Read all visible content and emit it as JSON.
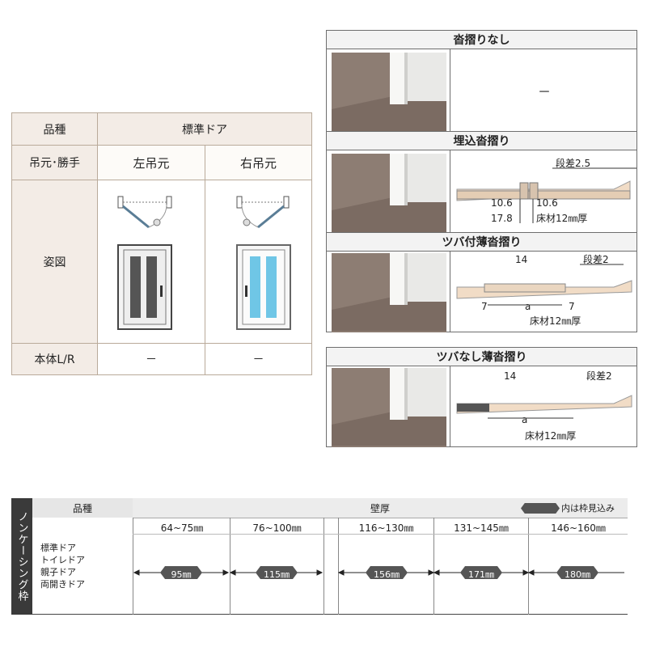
{
  "spec_table": {
    "row_hinshu": "品種",
    "hinshu_value": "標準ドア",
    "row_tsurimoto": "吊元･勝手",
    "left_hinge": "左吊元",
    "right_hinge": "右吊元",
    "row_figure": "姿図",
    "row_body": "本体L/R",
    "body_left": "－",
    "body_right": "－"
  },
  "sections": {
    "none": {
      "title": "沓摺りなし",
      "value": "－"
    },
    "embedded": {
      "title": "埋込沓摺り",
      "step": "段差2.5",
      "d1": "10.6",
      "d2": "10.6",
      "d3": "17.8",
      "floor": "床材12㎜厚"
    },
    "flange": {
      "title": "ツバ付薄沓摺り",
      "w": "14",
      "step": "段差2",
      "left": "7",
      "a": "a",
      "right": "7",
      "floor": "床材12㎜厚"
    },
    "noflange": {
      "title": "ツバなし薄沓摺り",
      "w": "14",
      "step": "段差2",
      "a": "a",
      "floor": "床材12㎜厚"
    }
  },
  "frame_table": {
    "side_label": "ノンケーシング枠",
    "col_hinshu": "品種",
    "col_wall": "壁厚",
    "legend": "内は枠見込み",
    "ranges": [
      "64~75㎜",
      "76~100㎜",
      "116~130㎜",
      "131~145㎜",
      "146~160㎜"
    ],
    "door_types": [
      "標準ドア",
      "トイレドア",
      "親子ドア",
      "両開きドア"
    ],
    "depths": [
      "95㎜",
      "115㎜",
      "156㎜",
      "171㎜",
      "180㎜"
    ]
  }
}
